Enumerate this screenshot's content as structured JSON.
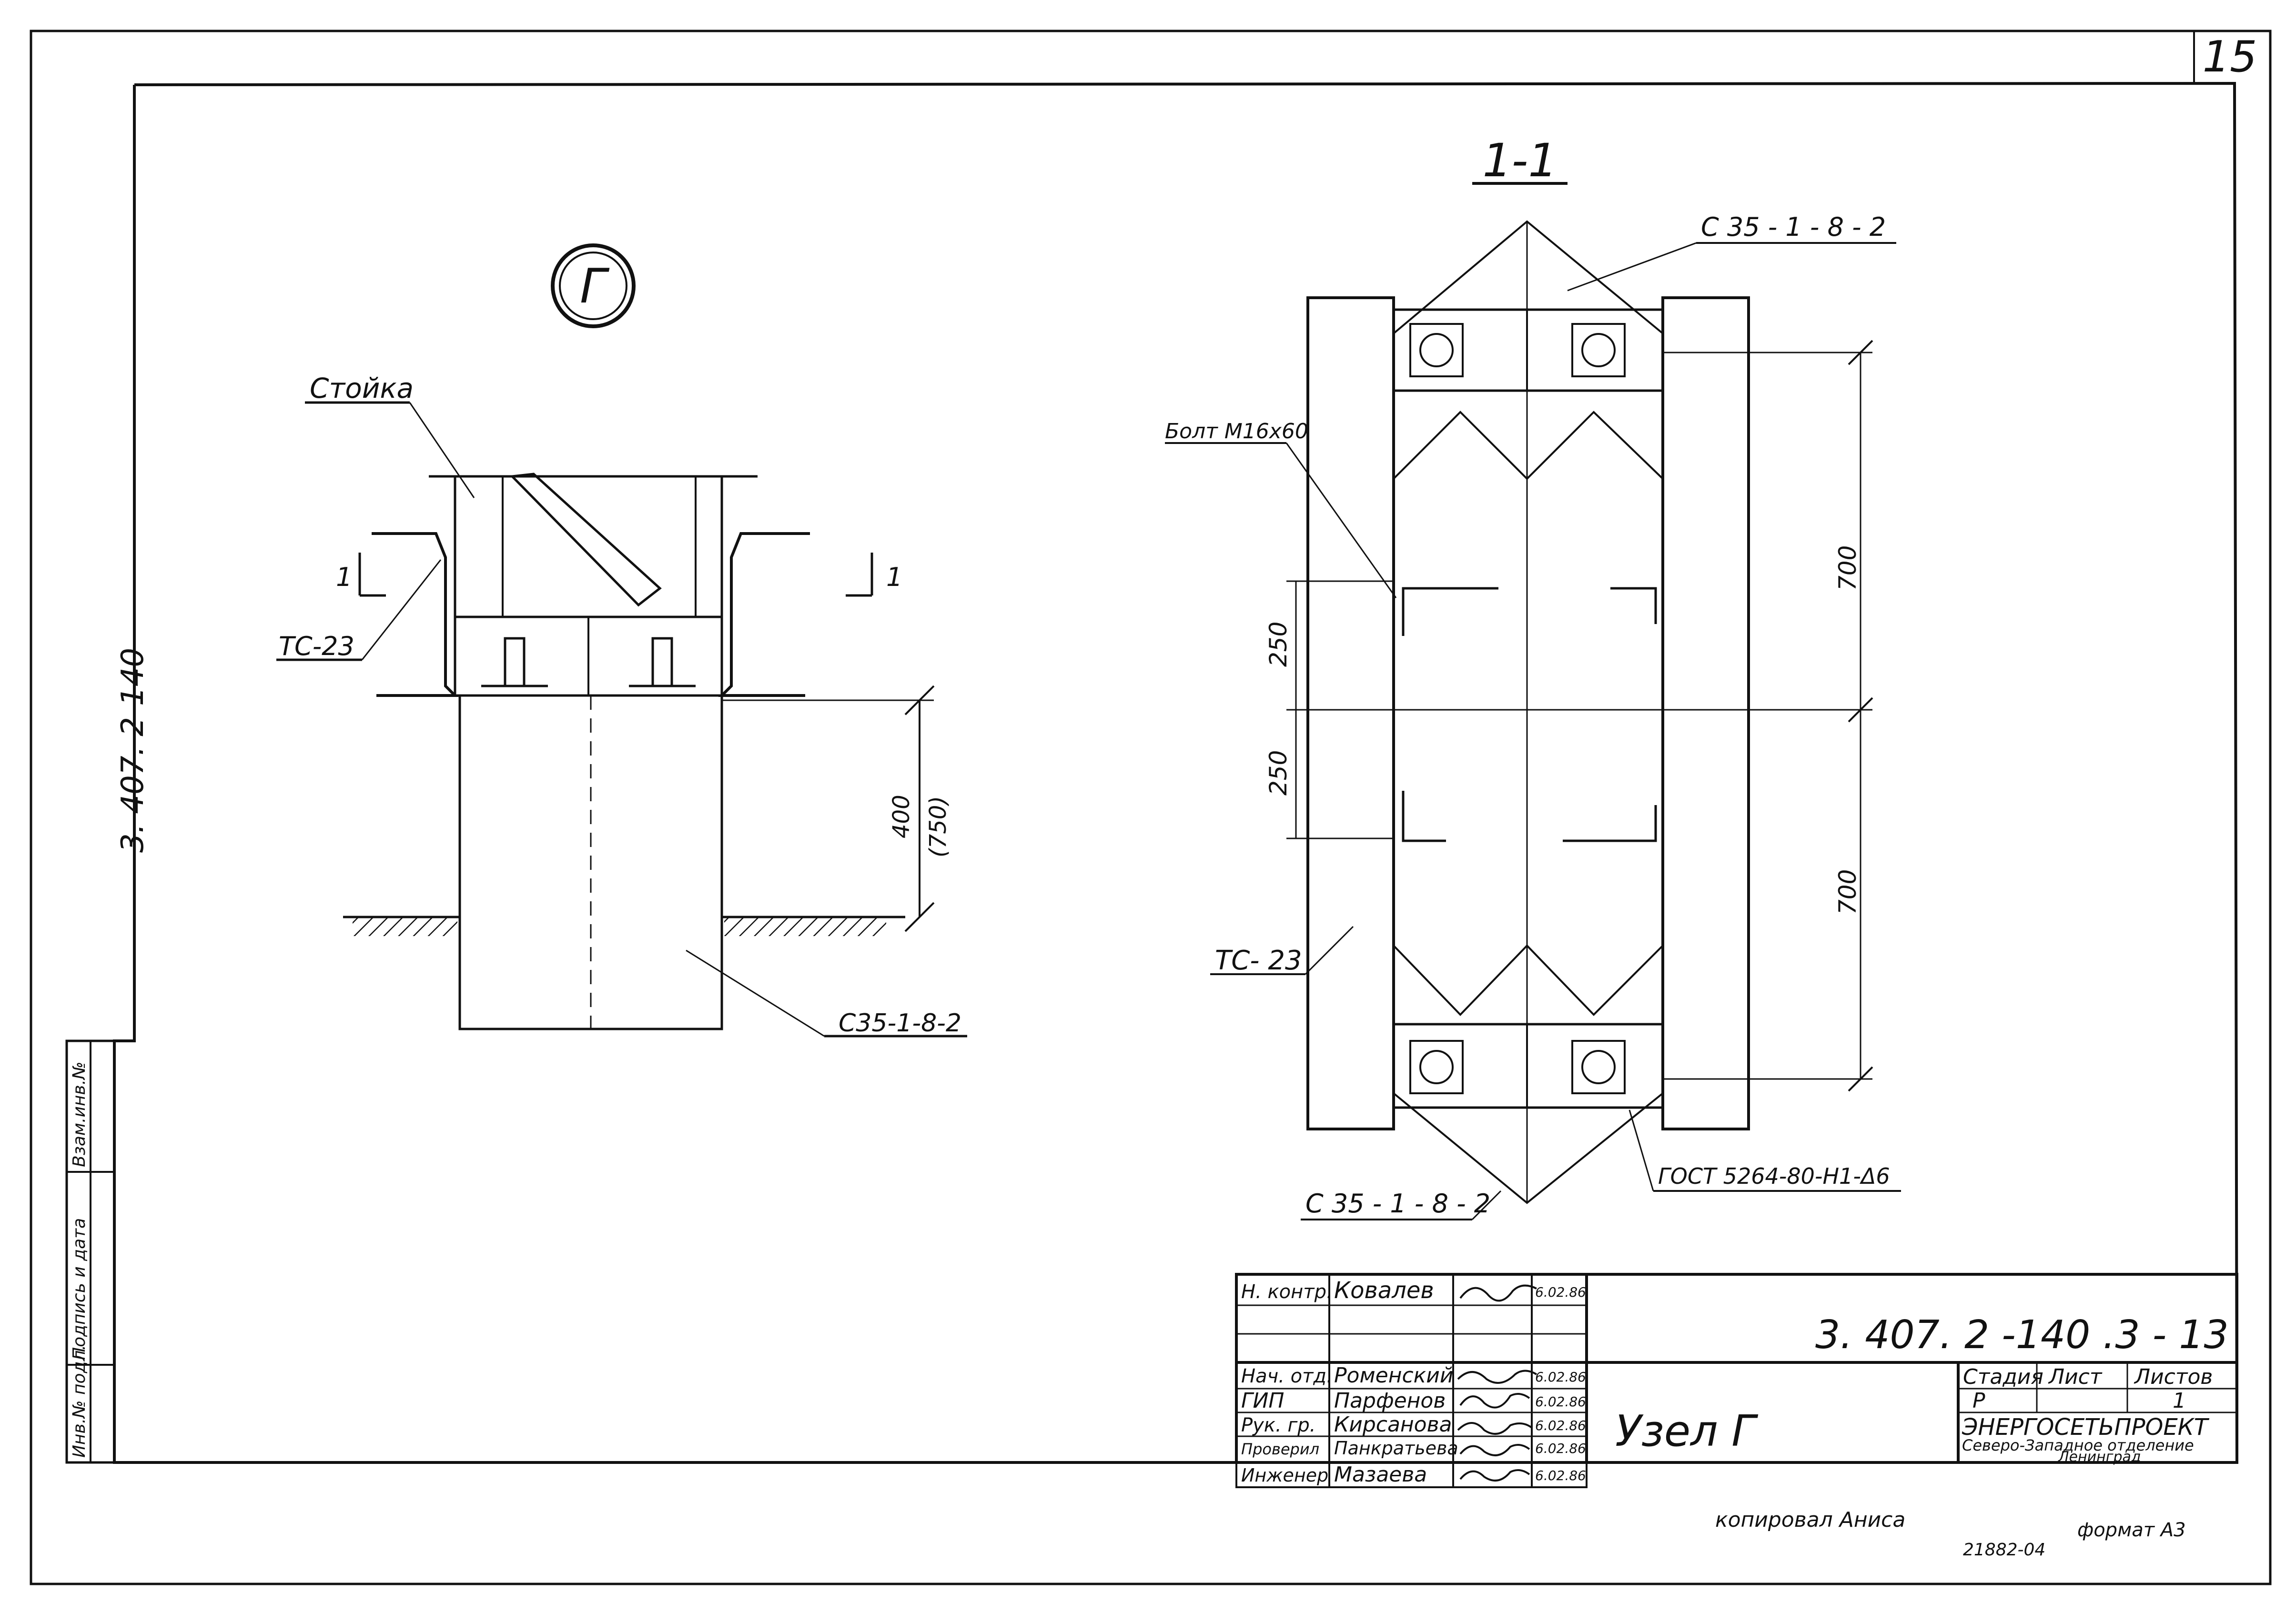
{
  "sheet": {
    "page_number": "15",
    "doc_code_vertical": "3. 407. 2-140",
    "copied_by": "копировал Аниса",
    "format": "формат А3",
    "order_number": "21882-04"
  },
  "left_strip": {
    "inv_no": "Инв.№ подл.",
    "sign_date": "Подпись и дата",
    "replace_inv": "Взам.инв.№"
  },
  "node_view": {
    "marker": "Г",
    "post_label": "Стойка",
    "tc_label": "ТС-23",
    "cut_mark": "1",
    "dim_depth": "400",
    "dim_depth_alt": "(750)",
    "pile_label": "С35-1-8-2"
  },
  "section_view": {
    "title": "1-1",
    "label_top": "С 35 - 1 - 8 - 2",
    "bolt_label": "Болт М16х60",
    "dim_250_a": "250",
    "dim_250_b": "250",
    "dim_700_a": "700",
    "dim_700_b": "700",
    "tc_label": "ТС- 23",
    "label_bottom": "С 35 - 1 - 8 - 2",
    "gost_label": "ГОСТ 5264-80-Н1-Δ6"
  },
  "title_block": {
    "doc_number": "3. 407. 2 -140 .3 -  13",
    "title": "Узел  Г",
    "rows": [
      {
        "role": "Н. контр.",
        "name": "Ковалев",
        "date": "6.02.86"
      },
      {
        "role": "",
        "name": "",
        "date": ""
      },
      {
        "role": "Нач. отд.",
        "name": "Роменский",
        "date": "6.02.86"
      },
      {
        "role": "ГИП",
        "name": "Парфенов",
        "date": "6.02.86"
      },
      {
        "role": "Рук. гр.",
        "name": "Кирсанова",
        "date": "6.02.86"
      },
      {
        "role": "Проверил",
        "name": "Панкратьева",
        "date": "6.02.86"
      },
      {
        "role": "Инженер",
        "name": "Мазаева",
        "date": "6.02.86"
      }
    ],
    "stage_header": "Стадия",
    "sheet_header": "Лист",
    "sheets_header": "Листов",
    "stage_value": "Р",
    "sheet_value": "",
    "sheets_value": "1",
    "org_name": "ЭНЕРГОСЕТЬПРОЕКТ",
    "org_branch": "Северо-Западное отделение",
    "org_city": "Ленинград"
  }
}
